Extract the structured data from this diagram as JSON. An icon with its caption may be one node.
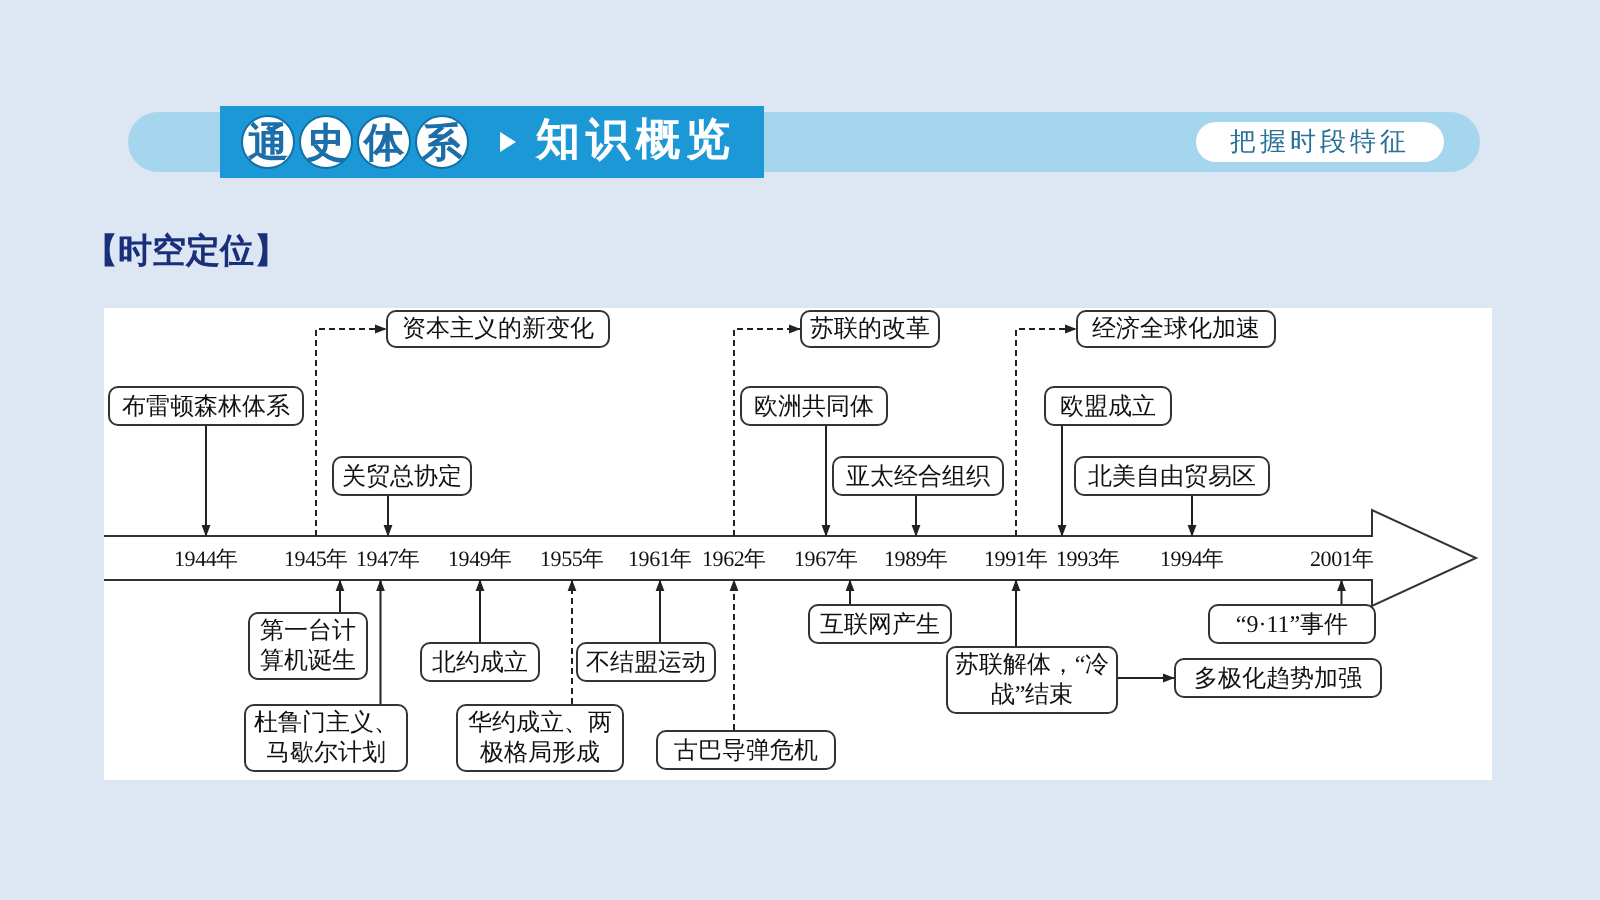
{
  "diagram": {
    "nodes": [
      {
        "text": [
          "资本主义的新变化"
        ]
      },
      {
        "text": [
          "苏联的改革"
        ]
      },
      {
        "text": [
          "经济全球化加速"
        ]
      },
      {
        "text": [
          "布雷顿森林体系"
        ]
      },
      {
        "text": [
          "欧洲共同体"
        ]
      },
      {
        "text": [
          "欧盟成立"
        ]
      },
      {
        "text": [
          "关贸总协定"
        ]
      },
      {
        "text": [
          "亚太经合组织"
        ]
      },
      {
        "text": [
          "北美自由贸易区"
        ]
      },
      {
        "text": [
          "1944年"
        ]
      },
      {
        "text": [
          "1945年"
        ]
      },
      {
        "text": [
          "1947年"
        ]
      },
      {
        "text": [
          "1949年"
        ]
      },
      {
        "text": [
          "1955年"
        ]
      },
      {
        "text": [
          "1961年"
        ]
      },
      {
        "text": [
          "1962年"
        ]
      },
      {
        "text": [
          "1967年"
        ]
      },
      {
        "text": [
          "1989年"
        ]
      },
      {
        "text": [
          "1991年"
        ]
      },
      {
        "text": [
          "1993年"
        ]
      },
      {
        "text": [
          "1994年"
        ]
      },
      {
        "text": [
          "2001年"
        ]
      },
      {
        "text": [
          "第一台计算机诞生"
        ]
      },
      {
        "text": [
          "北约成立"
        ]
      },
      {
        "text": [
          "不结盟运动"
        ]
      },
      {
        "text": [
          "互联网产生"
        ]
      },
      {
        "text": [
          "“9·11”事件"
        ]
      },
      {
        "text": [
          "杜鲁门主义、马歇尔计划"
        ]
      },
      {
        "text": [
          "华约成立、两极格局形成"
        ]
      },
      {
        "text": [
          "苏联解体，“冷战”结束"
        ]
      },
      {
        "text": [
          "多极化趋势加强"
        ]
      },
      {
        "text": [
          "古巴导弹危机"
        ]
      }
    ],
    "edges": [
      {
        "from": 10,
        "to": 0,
        "arrow": "to",
        "style": "dashed"
      },
      {
        "from": 15,
        "to": 1,
        "arrow": "to",
        "style": "dashed"
      },
      {
        "from": 18,
        "to": 2,
        "arrow": "to",
        "style": "dashed"
      },
      {
        "from": 3,
        "to": 9,
        "arrow": "to"
      },
      {
        "from": 6,
        "to": 11,
        "arrow": "to"
      },
      {
        "from": 4,
        "to": 16,
        "arrow": "to"
      },
      {
        "from": 7,
        "to": 17,
        "arrow": "to"
      },
      {
        "from": 5,
        "to": 19,
        "arrow": "to"
      },
      {
        "from": 8,
        "to": 20,
        "arrow": "to"
      },
      {
        "from": 22,
        "to": 10,
        "arrow": "to"
      },
      {
        "from": 27,
        "to": 11,
        "arrow": "to"
      },
      {
        "from": 23,
        "to": 12,
        "arrow": "to"
      },
      {
        "from": 28,
        "to": 13,
        "arrow": "to",
        "style": "dashed"
      },
      {
        "from": 24,
        "to": 14,
        "arrow": "to"
      },
      {
        "from": 31,
        "to": 15,
        "arrow": "to",
        "style": "dashed"
      },
      {
        "from": 25,
        "to": 16,
        "arrow": "to"
      },
      {
        "from": 29,
        "to": 18,
        "arrow": "to"
      },
      {
        "from": 26,
        "to": 21,
        "arrow": "to"
      },
      {
        "from": 29,
        "to": 30,
        "arrow": "to"
      }
    ],
    "labels": [
      "通史体系",
      "知识概览",
      "把握时段特征",
      "【时空定位】"
    ]
  }
}
